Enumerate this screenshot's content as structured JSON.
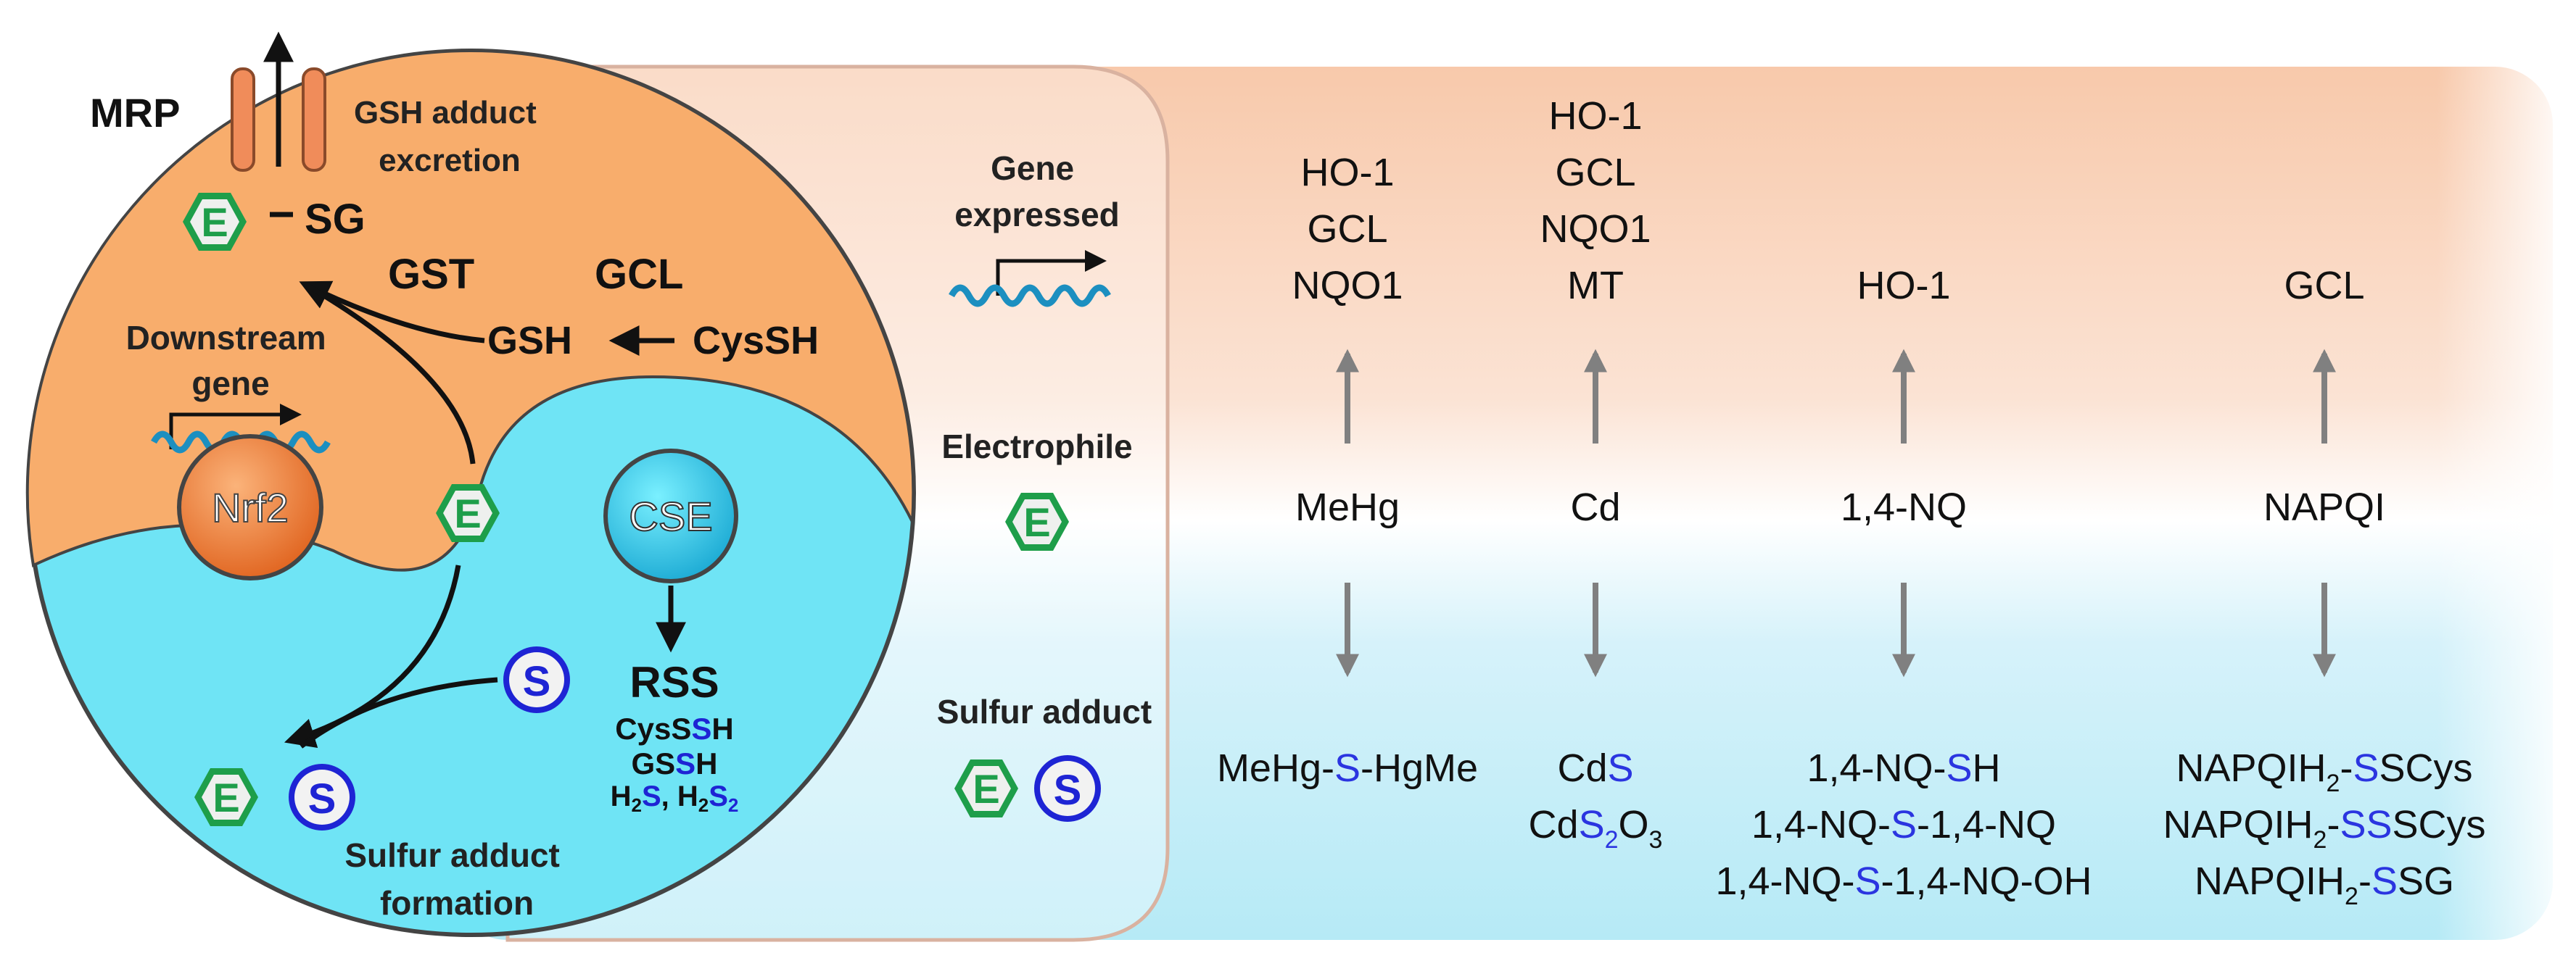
{
  "colors": {
    "orange": "#f8ad6c",
    "cyan": "#6fe4f5",
    "hex_green": "#1e9e4a",
    "s_blue": "#1e24d4",
    "arrow_gray": "#808080",
    "text_blue": "#2b35e0"
  },
  "left": {
    "mrp": "MRP",
    "gsh_excretion": [
      "GSH adduct",
      "excretion"
    ],
    "e_letter": "E",
    "s_letter": "S",
    "sg": "SG",
    "gst": "GST",
    "gcl": "GCL",
    "gsh": "GSH",
    "cyssh": "CysSH",
    "downstream": [
      "Downstream",
      "gene"
    ],
    "nrf2": "Nrf2",
    "cse": "CSE",
    "rss": "RSS",
    "rss_list": {
      "l1_a": "Cys",
      "l1_b": "S",
      "l1_c": "S",
      "l1_d": "H",
      "l2_a": "GS",
      "l2_b": "S",
      "l2_c": "H",
      "l3_a": "H",
      "l3_b": "2",
      "l3_c": "S",
      "l3_d": ", H",
      "l3_e": "2",
      "l3_f": "S",
      "l3_g": "2"
    },
    "sulfur_formation": [
      "Sulfur adduct",
      "formation"
    ]
  },
  "legend": {
    "gene_expressed": [
      "Gene",
      "expressed"
    ],
    "electrophile": "Electrophile",
    "sulfur_adduct": "Sulfur adduct"
  },
  "columns": [
    {
      "genes": [
        "HO-1",
        "GCL",
        "NQO1"
      ],
      "electrophile": "MeHg",
      "adducts": [
        [
          {
            "t": "MeHg-"
          },
          {
            "t": "S",
            "blue": true
          },
          {
            "t": "-HgMe"
          }
        ]
      ]
    },
    {
      "genes": [
        "HO-1",
        "GCL",
        "NQO1",
        "MT"
      ],
      "electrophile": "Cd",
      "adducts": [
        [
          {
            "t": "Cd"
          },
          {
            "t": "S",
            "blue": true
          }
        ],
        [
          {
            "t": "Cd"
          },
          {
            "t": "S",
            "blue": true
          },
          {
            "t": "2",
            "sub": true,
            "blue": true
          },
          {
            "t": "O"
          },
          {
            "t": "3",
            "sub": true
          }
        ]
      ]
    },
    {
      "genes": [
        "HO-1"
      ],
      "electrophile": "1,4-NQ",
      "adducts": [
        [
          {
            "t": "1,4-NQ-"
          },
          {
            "t": "S",
            "blue": true
          },
          {
            "t": "H"
          }
        ],
        [
          {
            "t": "1,4-NQ-"
          },
          {
            "t": "S",
            "blue": true
          },
          {
            "t": "-1,4-NQ"
          }
        ],
        [
          {
            "t": "1,4-NQ-"
          },
          {
            "t": "S",
            "blue": true
          },
          {
            "t": "-1,4-NQ-OH"
          }
        ]
      ]
    },
    {
      "genes": [
        "GCL"
      ],
      "electrophile": "NAPQI",
      "adducts": [
        [
          {
            "t": "NAPQIH"
          },
          {
            "t": "2",
            "sub": true
          },
          {
            "t": "-"
          },
          {
            "t": "S",
            "blue": true
          },
          {
            "t": "SCys"
          }
        ],
        [
          {
            "t": "NAPQIH"
          },
          {
            "t": "2",
            "sub": true
          },
          {
            "t": "-"
          },
          {
            "t": "SS",
            "blue": true
          },
          {
            "t": "SCys"
          }
        ],
        [
          {
            "t": "NAPQIH"
          },
          {
            "t": "2",
            "sub": true
          },
          {
            "t": "-"
          },
          {
            "t": "S",
            "blue": true
          },
          {
            "t": "SG"
          }
        ]
      ]
    }
  ]
}
